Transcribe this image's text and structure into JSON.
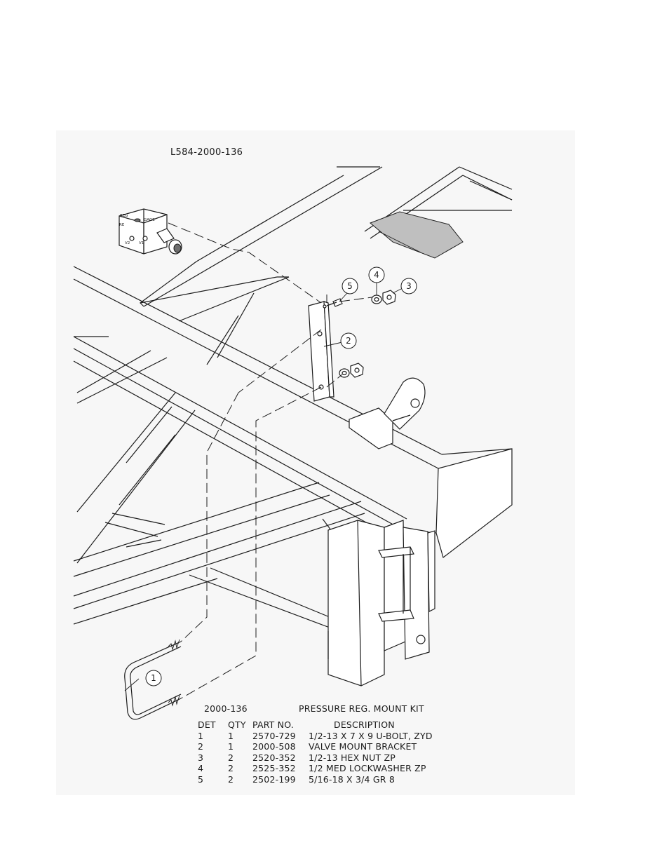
{
  "drawing_number": "L584-2000-136",
  "valve_labels": {
    "reg": "REG",
    "gage": "GAGE",
    "re": "RE",
    "v1": "V1",
    "v2": "V2"
  },
  "balloons": [
    "1",
    "2",
    "3",
    "4",
    "5"
  ],
  "kit": {
    "number": "2000-136",
    "title": "PRESSURE REG. MOUNT KIT"
  },
  "table": {
    "headers": {
      "det": "DET",
      "qty": "QTY",
      "part": "PART NO.",
      "desc": "DESCRIPTION"
    },
    "rows": [
      {
        "det": "1",
        "qty": "1",
        "part": "2570-729",
        "desc": "1/2-13 X 7 X 9 U-BOLT, ZYD"
      },
      {
        "det": "2",
        "qty": "1",
        "part": "2000-508",
        "desc": "VALVE MOUNT BRACKET"
      },
      {
        "det": "3",
        "qty": "2",
        "part": "2520-352",
        "desc": "1/2-13 HEX NUT ZP"
      },
      {
        "det": "4",
        "qty": "2",
        "part": "2525-352",
        "desc": "1/2 MED LOCKWASHER ZP"
      },
      {
        "det": "5",
        "qty": "2",
        "part": "2502-199",
        "desc": "5/16-18 X 3/4 GR 8"
      }
    ]
  }
}
